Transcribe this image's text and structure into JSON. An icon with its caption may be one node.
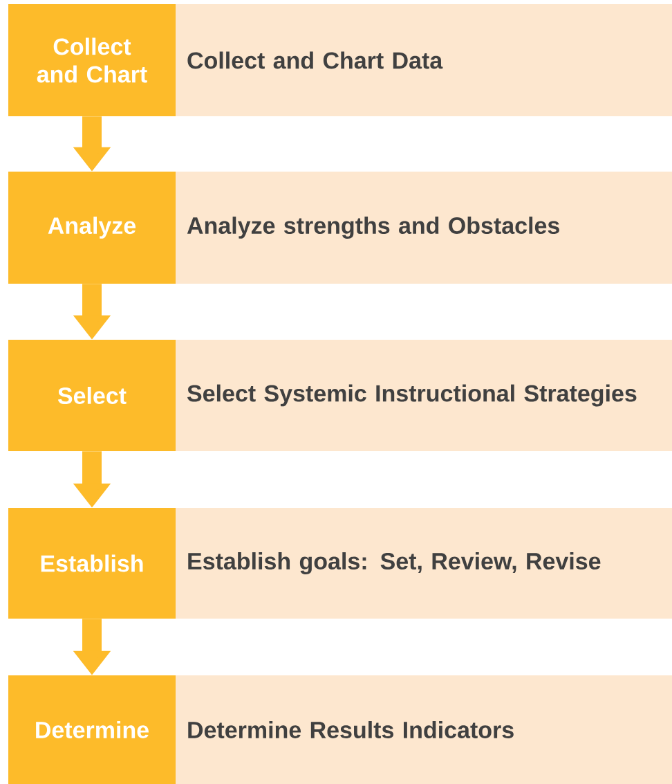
{
  "diagram": {
    "nodes": [
      {
        "text": [
          "Collect and Chart"
        ]
      },
      {
        "text": [
          "Collect and Chart Data"
        ]
      },
      {
        "text": [
          "Analyze"
        ]
      },
      {
        "text": [
          "Analyze strengths and Obstacles"
        ]
      },
      {
        "text": [
          "Select"
        ]
      },
      {
        "text": [
          "Select Systemic Instructional Strategies"
        ]
      },
      {
        "text": [
          "Establish"
        ]
      },
      {
        "text": [
          "Establish goals: Set, Review, Revise"
        ]
      },
      {
        "text": [
          "Determine"
        ]
      },
      {
        "text": [
          "Determine Results Indicators"
        ]
      }
    ],
    "edges": [
      {
        "from": 0,
        "to": 2,
        "arrow": "to"
      },
      {
        "from": 2,
        "to": 4,
        "arrow": "to"
      },
      {
        "from": 4,
        "to": 6,
        "arrow": "to"
      },
      {
        "from": 6,
        "to": 8,
        "arrow": "to"
      }
    ]
  }
}
